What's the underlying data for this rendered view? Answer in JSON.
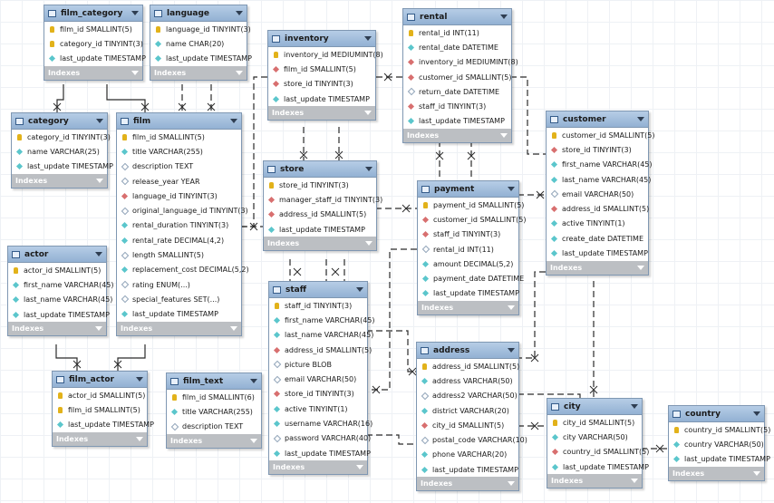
{
  "tables": [
    {
      "key": "film_category",
      "name": "film_category",
      "indexes": "Indexes",
      "columns": [
        {
          "t": "pk",
          "text": "film_id SMALLINT(5)"
        },
        {
          "t": "pk",
          "text": "category_id TINYINT(3)"
        },
        {
          "t": "nn",
          "text": "last_update TIMESTAMP"
        }
      ]
    },
    {
      "key": "language",
      "name": "language",
      "indexes": "Indexes",
      "columns": [
        {
          "t": "pk",
          "text": "language_id TINYINT(3)"
        },
        {
          "t": "nn",
          "text": "name CHAR(20)"
        },
        {
          "t": "nn",
          "text": "last_update TIMESTAMP"
        }
      ]
    },
    {
      "key": "inventory",
      "name": "inventory",
      "indexes": "Indexes",
      "columns": [
        {
          "t": "pk",
          "text": "inventory_id MEDIUMINT(8)"
        },
        {
          "t": "fk",
          "text": "film_id SMALLINT(5)"
        },
        {
          "t": "fk",
          "text": "store_id TINYINT(3)"
        },
        {
          "t": "nn",
          "text": "last_update TIMESTAMP"
        }
      ]
    },
    {
      "key": "rental",
      "name": "rental",
      "indexes": "Indexes",
      "columns": [
        {
          "t": "pk",
          "text": "rental_id INT(11)"
        },
        {
          "t": "nn",
          "text": "rental_date DATETIME"
        },
        {
          "t": "fk",
          "text": "inventory_id MEDIUMINT(8)"
        },
        {
          "t": "fk",
          "text": "customer_id SMALLINT(5)"
        },
        {
          "t": "nu",
          "text": "return_date DATETIME"
        },
        {
          "t": "fk",
          "text": "staff_id TINYINT(3)"
        },
        {
          "t": "nn",
          "text": "last_update TIMESTAMP"
        }
      ]
    },
    {
      "key": "customer",
      "name": "customer",
      "indexes": "Indexes",
      "columns": [
        {
          "t": "pk",
          "text": "customer_id SMALLINT(5)"
        },
        {
          "t": "fk",
          "text": "store_id TINYINT(3)"
        },
        {
          "t": "nn",
          "text": "first_name VARCHAR(45)"
        },
        {
          "t": "nn",
          "text": "last_name VARCHAR(45)"
        },
        {
          "t": "nu",
          "text": "email VARCHAR(50)"
        },
        {
          "t": "fk",
          "text": "address_id SMALLINT(5)"
        },
        {
          "t": "nn",
          "text": "active TINYINT(1)"
        },
        {
          "t": "nn",
          "text": "create_date DATETIME"
        },
        {
          "t": "nn",
          "text": "last_update TIMESTAMP"
        }
      ]
    },
    {
      "key": "category",
      "name": "category",
      "indexes": "Indexes",
      "columns": [
        {
          "t": "pk",
          "text": "category_id TINYINT(3)"
        },
        {
          "t": "nn",
          "text": "name VARCHAR(25)"
        },
        {
          "t": "nn",
          "text": "last_update TIMESTAMP"
        }
      ]
    },
    {
      "key": "film",
      "name": "film",
      "indexes": "Indexes",
      "columns": [
        {
          "t": "pk",
          "text": "film_id SMALLINT(5)"
        },
        {
          "t": "nn",
          "text": "title VARCHAR(255)"
        },
        {
          "t": "nu",
          "text": "description TEXT"
        },
        {
          "t": "nu",
          "text": "release_year YEAR"
        },
        {
          "t": "fk",
          "text": "language_id TINYINT(3)"
        },
        {
          "t": "nu",
          "text": "original_language_id TINYINT(3)"
        },
        {
          "t": "nn",
          "text": "rental_duration TINYINT(3)"
        },
        {
          "t": "nn",
          "text": "rental_rate DECIMAL(4,2)"
        },
        {
          "t": "nu",
          "text": "length SMALLINT(5)"
        },
        {
          "t": "nn",
          "text": "replacement_cost DECIMAL(5,2)"
        },
        {
          "t": "nu",
          "text": "rating ENUM(...)"
        },
        {
          "t": "nu",
          "text": "special_features SET(...)"
        },
        {
          "t": "nn",
          "text": "last_update TIMESTAMP"
        }
      ]
    },
    {
      "key": "store",
      "name": "store",
      "indexes": "Indexes",
      "columns": [
        {
          "t": "pk",
          "text": "store_id TINYINT(3)"
        },
        {
          "t": "fk",
          "text": "manager_staff_id TINYINT(3)"
        },
        {
          "t": "fk",
          "text": "address_id SMALLINT(5)"
        },
        {
          "t": "nn",
          "text": "last_update TIMESTAMP"
        }
      ]
    },
    {
      "key": "payment",
      "name": "payment",
      "indexes": "Indexes",
      "columns": [
        {
          "t": "pk",
          "text": "payment_id SMALLINT(5)"
        },
        {
          "t": "fk",
          "text": "customer_id SMALLINT(5)"
        },
        {
          "t": "fk",
          "text": "staff_id TINYINT(3)"
        },
        {
          "t": "nu",
          "text": "rental_id INT(11)"
        },
        {
          "t": "nn",
          "text": "amount DECIMAL(5,2)"
        },
        {
          "t": "nn",
          "text": "payment_date DATETIME"
        },
        {
          "t": "nn",
          "text": "last_update TIMESTAMP"
        }
      ]
    },
    {
      "key": "actor",
      "name": "actor",
      "indexes": "Indexes",
      "columns": [
        {
          "t": "pk",
          "text": "actor_id SMALLINT(5)"
        },
        {
          "t": "nn",
          "text": "first_name VARCHAR(45)"
        },
        {
          "t": "nn",
          "text": "last_name VARCHAR(45)"
        },
        {
          "t": "nn",
          "text": "last_update TIMESTAMP"
        }
      ]
    },
    {
      "key": "staff",
      "name": "staff",
      "indexes": "Indexes",
      "columns": [
        {
          "t": "pk",
          "text": "staff_id TINYINT(3)"
        },
        {
          "t": "nn",
          "text": "first_name VARCHAR(45)"
        },
        {
          "t": "nn",
          "text": "last_name VARCHAR(45)"
        },
        {
          "t": "fk",
          "text": "address_id SMALLINT(5)"
        },
        {
          "t": "nu",
          "text": "picture BLOB"
        },
        {
          "t": "nu",
          "text": "email VARCHAR(50)"
        },
        {
          "t": "fk",
          "text": "store_id TINYINT(3)"
        },
        {
          "t": "nn",
          "text": "active TINYINT(1)"
        },
        {
          "t": "nn",
          "text": "username VARCHAR(16)"
        },
        {
          "t": "nu",
          "text": "password VARCHAR(40)"
        },
        {
          "t": "nn",
          "text": "last_update TIMESTAMP"
        }
      ]
    },
    {
      "key": "address",
      "name": "address",
      "indexes": "Indexes",
      "columns": [
        {
          "t": "pk",
          "text": "address_id SMALLINT(5)"
        },
        {
          "t": "nn",
          "text": "address VARCHAR(50)"
        },
        {
          "t": "nu",
          "text": "address2 VARCHAR(50)"
        },
        {
          "t": "nn",
          "text": "district VARCHAR(20)"
        },
        {
          "t": "fk",
          "text": "city_id SMALLINT(5)"
        },
        {
          "t": "nu",
          "text": "postal_code VARCHAR(10)"
        },
        {
          "t": "nn",
          "text": "phone VARCHAR(20)"
        },
        {
          "t": "nn",
          "text": "last_update TIMESTAMP"
        }
      ]
    },
    {
      "key": "film_actor",
      "name": "film_actor",
      "indexes": "Indexes",
      "columns": [
        {
          "t": "pk",
          "text": "actor_id SMALLINT(5)"
        },
        {
          "t": "pk",
          "text": "film_id SMALLINT(5)"
        },
        {
          "t": "nn",
          "text": "last_update TIMESTAMP"
        }
      ]
    },
    {
      "key": "film_text",
      "name": "film_text",
      "indexes": "Indexes",
      "columns": [
        {
          "t": "pk",
          "text": "film_id SMALLINT(6)"
        },
        {
          "t": "nn",
          "text": "title VARCHAR(255)"
        },
        {
          "t": "nu",
          "text": "description TEXT"
        }
      ]
    },
    {
      "key": "city",
      "name": "city",
      "indexes": "Indexes",
      "columns": [
        {
          "t": "pk",
          "text": "city_id SMALLINT(5)"
        },
        {
          "t": "nn",
          "text": "city VARCHAR(50)"
        },
        {
          "t": "fk",
          "text": "country_id SMALLINT(5)"
        },
        {
          "t": "nn",
          "text": "last_update TIMESTAMP"
        }
      ]
    },
    {
      "key": "country",
      "name": "country",
      "indexes": "Indexes",
      "columns": [
        {
          "t": "pk",
          "text": "country_id SMALLINT(5)"
        },
        {
          "t": "nn",
          "text": "country VARCHAR(50)"
        },
        {
          "t": "nn",
          "text": "last_update TIMESTAMP"
        }
      ]
    }
  ],
  "relationships": [
    {
      "from": "film_category",
      "to": "category",
      "identifying": true
    },
    {
      "from": "film_category",
      "to": "film",
      "identifying": true
    },
    {
      "from": "film",
      "to": "language",
      "identifying": false
    },
    {
      "from": "inventory",
      "to": "film",
      "identifying": false
    },
    {
      "from": "inventory",
      "to": "store",
      "identifying": false
    },
    {
      "from": "rental",
      "to": "inventory",
      "identifying": false
    },
    {
      "from": "rental",
      "to": "customer",
      "identifying": false
    },
    {
      "from": "rental",
      "to": "staff",
      "identifying": false
    },
    {
      "from": "payment",
      "to": "rental",
      "identifying": false
    },
    {
      "from": "payment",
      "to": "customer",
      "identifying": false
    },
    {
      "from": "payment",
      "to": "staff",
      "identifying": false
    },
    {
      "from": "customer",
      "to": "store",
      "identifying": false
    },
    {
      "from": "customer",
      "to": "address",
      "identifying": false
    },
    {
      "from": "store",
      "to": "staff",
      "identifying": false
    },
    {
      "from": "store",
      "to": "address",
      "identifying": false
    },
    {
      "from": "staff",
      "to": "address",
      "identifying": false
    },
    {
      "from": "staff",
      "to": "store",
      "identifying": false
    },
    {
      "from": "film_actor",
      "to": "actor",
      "identifying": true
    },
    {
      "from": "film_actor",
      "to": "film",
      "identifying": true
    },
    {
      "from": "address",
      "to": "city",
      "identifying": false
    },
    {
      "from": "city",
      "to": "country",
      "identifying": false
    }
  ],
  "colors": {
    "header_top": "#b6cde6",
    "header_bottom": "#93b1d3",
    "border": "#7f97b2",
    "indexes_bar": "#bcbfc3",
    "line": "#2b2b2b"
  }
}
